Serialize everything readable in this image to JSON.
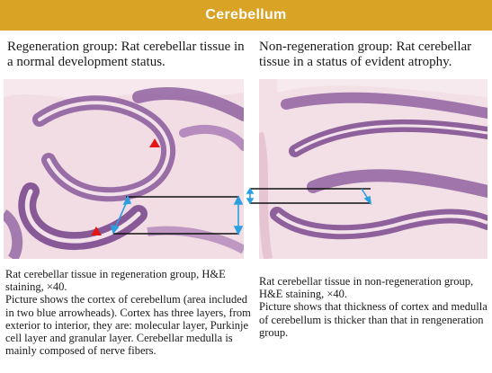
{
  "header": {
    "title": "Cerebellum"
  },
  "left": {
    "title": "Regeneration group: Rat cerebellar tissue in a normal development status.",
    "caption_line1": "Rat cerebellar tissue in regeneration group, H&E staining, ×40.",
    "caption_line2": "Picture shows the cortex of cerebellum (area included in two blue arrowheads). Cortex has three layers, from exterior to interior, they are: molecular layer, Purkinje cell layer and granular layer. Cerebellar medulla is mainly composed of nerve fibers."
  },
  "right": {
    "title": "Non-regeneration group: Rat cerebellar tissue in a status of evident atrophy.",
    "caption_line1": "Rat cerebellar tissue in non-regeneration group, H&E staining, ×40.",
    "caption_line2": "Picture shows that thickness of cortex and medulla of cerebellum is thicker than that in rengeneration group."
  },
  "colors": {
    "banner": "#d9a326",
    "tissue_pink": "#e8b8c8",
    "granular_purple": "#8a5a9c",
    "arrow_blue": "#2aa0e0",
    "marker_red": "#e01818"
  }
}
